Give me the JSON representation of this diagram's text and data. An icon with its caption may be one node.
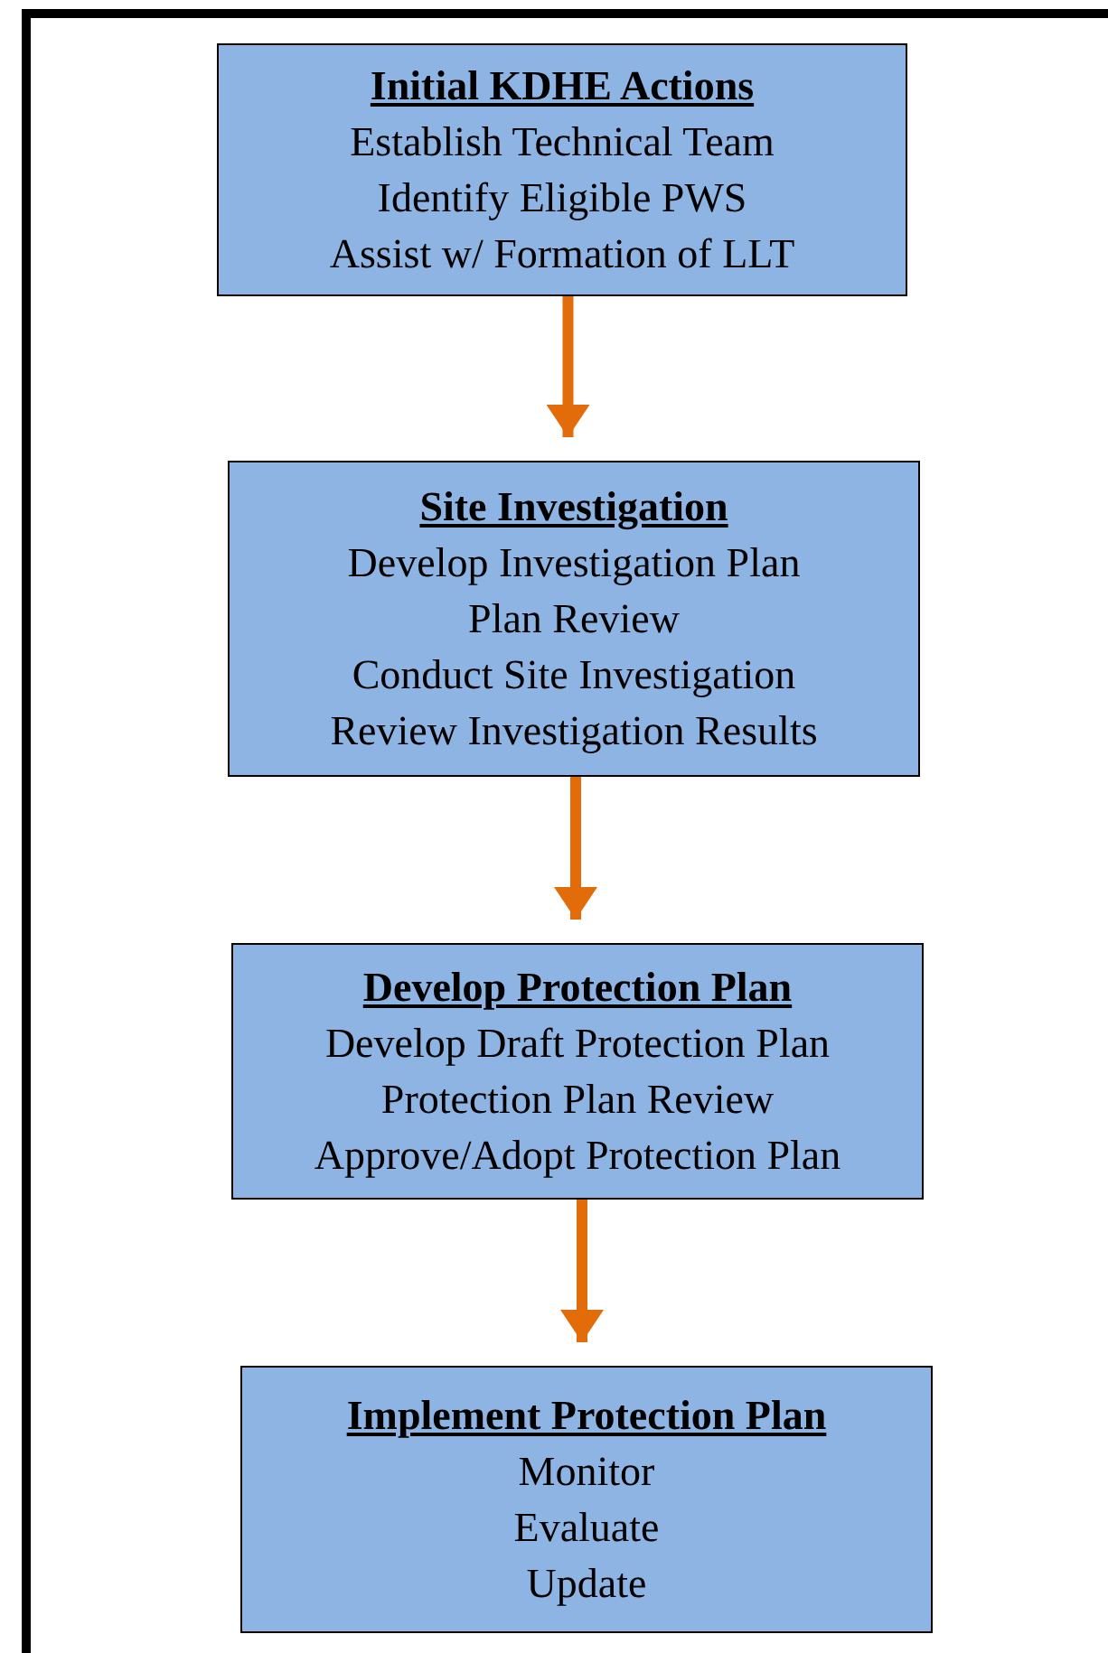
{
  "diagram": {
    "nodes": [
      {
        "text": [
          "Initial KDHE Actions",
          "Establish Technical Team",
          "Identify Eligible PWS",
          "Assist w/ Formation of LLT"
        ]
      },
      {
        "text": [
          "Site Investigation",
          "Develop Investigation Plan",
          "Plan Review",
          "Conduct Site Investigation",
          "Review Investigation Results"
        ]
      },
      {
        "text": [
          "Develop Protection Plan",
          "Develop Draft Protection Plan",
          "Protection Plan Review",
          "Approve/Adopt Protection Plan"
        ]
      },
      {
        "text": [
          "Implement Protection Plan",
          "Monitor",
          "Evaluate",
          "Update"
        ]
      }
    ],
    "edges": [
      {
        "from": 0,
        "to": 1,
        "arrow": "to"
      },
      {
        "from": 1,
        "to": 2,
        "arrow": "to"
      },
      {
        "from": 2,
        "to": 3,
        "arrow": "to"
      }
    ]
  }
}
